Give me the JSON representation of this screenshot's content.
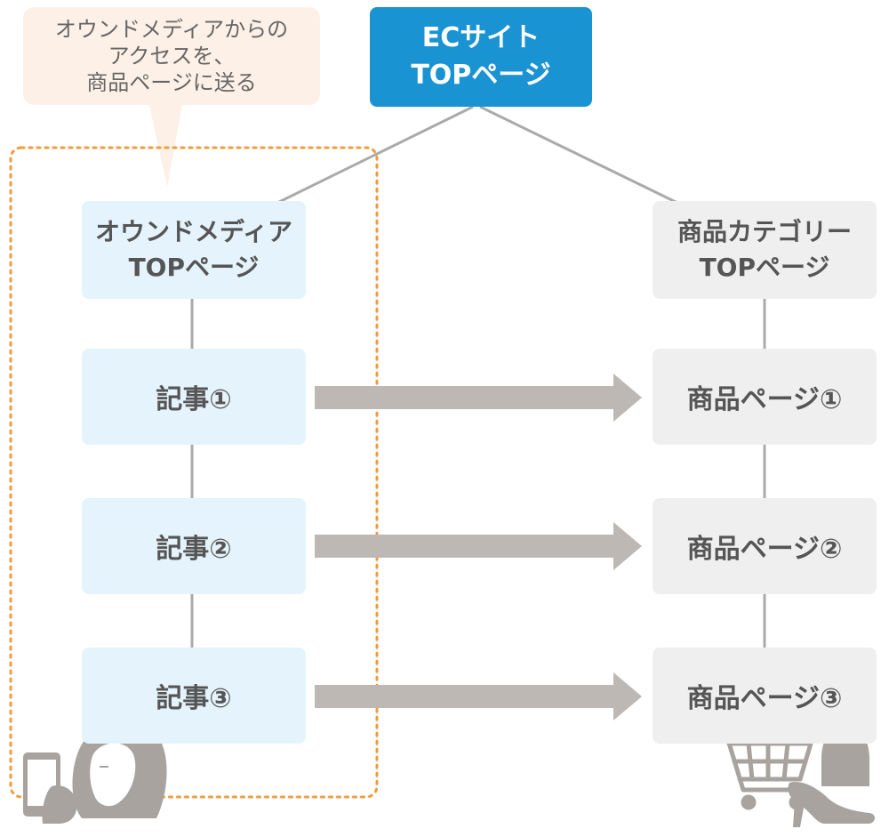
{
  "callout": {
    "lines": [
      "オウンドメディアからの",
      "アクセスを、",
      "商品ページに送る"
    ],
    "fill": "#fdf0e6"
  },
  "ec_top": {
    "lines": [
      "ECサイト",
      "TOPページ"
    ],
    "color": "#1a93d3"
  },
  "media_top": {
    "lines": [
      "オウンドメディア",
      "TOPページ"
    ],
    "color": "#e5f3fc"
  },
  "category_top": {
    "lines": [
      "商品カテゴリー",
      "TOPページ"
    ],
    "color": "#efefef"
  },
  "articles": [
    {
      "label": "記事①"
    },
    {
      "label": "記事②"
    },
    {
      "label": "記事③"
    }
  ],
  "products": [
    {
      "label": "商品ページ①"
    },
    {
      "label": "商品ページ②"
    },
    {
      "label": "商品ページ③"
    }
  ],
  "colors": {
    "connector": "#aaaaaa",
    "arrow": "#bdb8b4",
    "dotted_border": "#f39a3c",
    "icon": "#a8a39f"
  },
  "icons": [
    "smartphone-user-icon",
    "shopping-cart-icon",
    "tank-top-icon",
    "high-heel-icon"
  ]
}
